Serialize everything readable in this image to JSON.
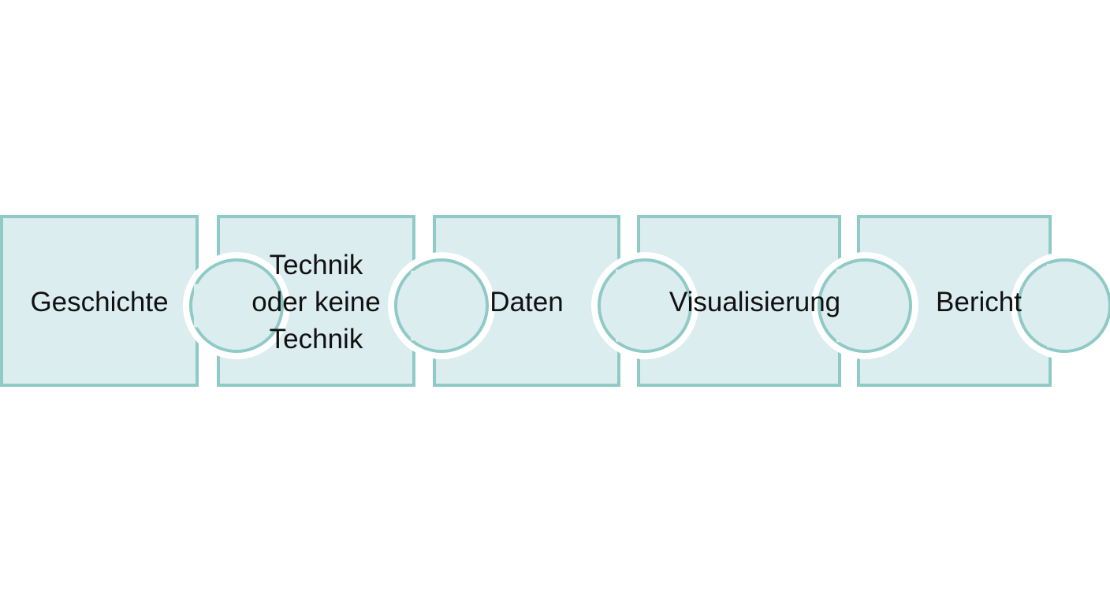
{
  "diagram": {
    "colors": {
      "fill": "#dcedf0",
      "stroke": "#8fcac6",
      "gap": "#ffffff",
      "text": "#111111"
    },
    "pieces": [
      {
        "lines": [
          "Geschichte"
        ]
      },
      {
        "lines": [
          "Technik",
          "oder keine",
          "Technik"
        ]
      },
      {
        "lines": [
          "Daten"
        ]
      },
      {
        "lines": [
          "Visualisierung"
        ]
      },
      {
        "lines": [
          "Bericht"
        ]
      }
    ]
  }
}
